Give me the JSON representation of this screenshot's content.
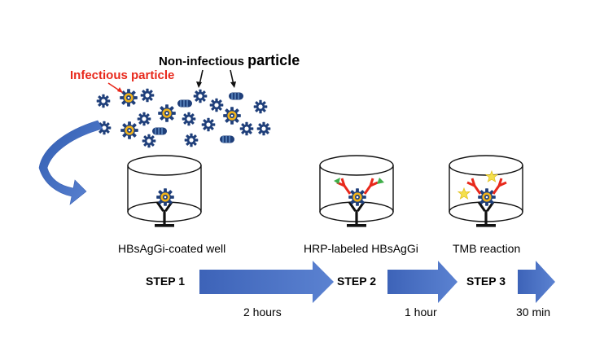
{
  "labels": {
    "infectious": "Infectious particle",
    "noninfectious_prefix": "Non-infectious",
    "noninfectious_suffix": "particle"
  },
  "wells": [
    {
      "caption": "HBsAgGi-coated well"
    },
    {
      "caption": "HRP-labeled HBsAgGi"
    },
    {
      "caption": "TMB reaction"
    }
  ],
  "steps": [
    {
      "label": "STEP 1",
      "duration": "2 hours"
    },
    {
      "label": "STEP 2",
      "duration": "1 hour"
    },
    {
      "label": "STEP 3",
      "duration": "30 min"
    }
  ],
  "colors": {
    "particle": "#1f3f7a",
    "core": "#f0b21b",
    "arrow": "#4a6fbf",
    "antibody_red": "#e8291c",
    "hrp_green": "#3fae49",
    "star": "#f4e04d",
    "label_red": "#e8291c"
  }
}
